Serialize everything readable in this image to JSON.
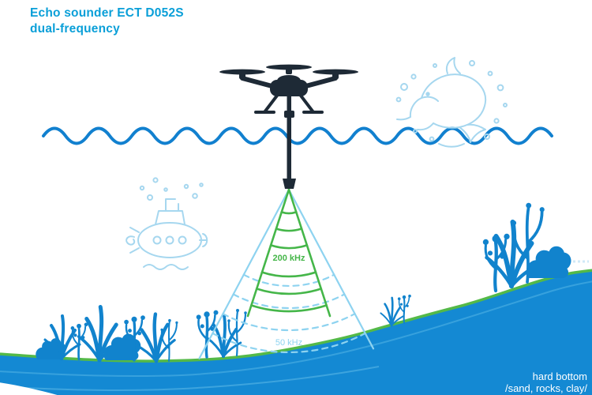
{
  "header": {
    "title_line1": "Echo sounder ECT D052S",
    "title_line2": "dual-frequency",
    "color": "#0a9fd8"
  },
  "beams": {
    "narrow": {
      "label": "200 kHz",
      "color": "#45b649"
    },
    "wide": {
      "label": "50 kHz",
      "color": "#8ed3f0"
    }
  },
  "water": {
    "line_color": "#1180cf"
  },
  "drone": {
    "color": "#1e2a36"
  },
  "sketches": {
    "color": "#a6d7ef"
  },
  "seabed": {
    "fill_color": "#1489d3",
    "surface_color": "#54b948",
    "caption_line1": "hard bottom",
    "caption_line2": "/sand, rocks, clay/"
  }
}
